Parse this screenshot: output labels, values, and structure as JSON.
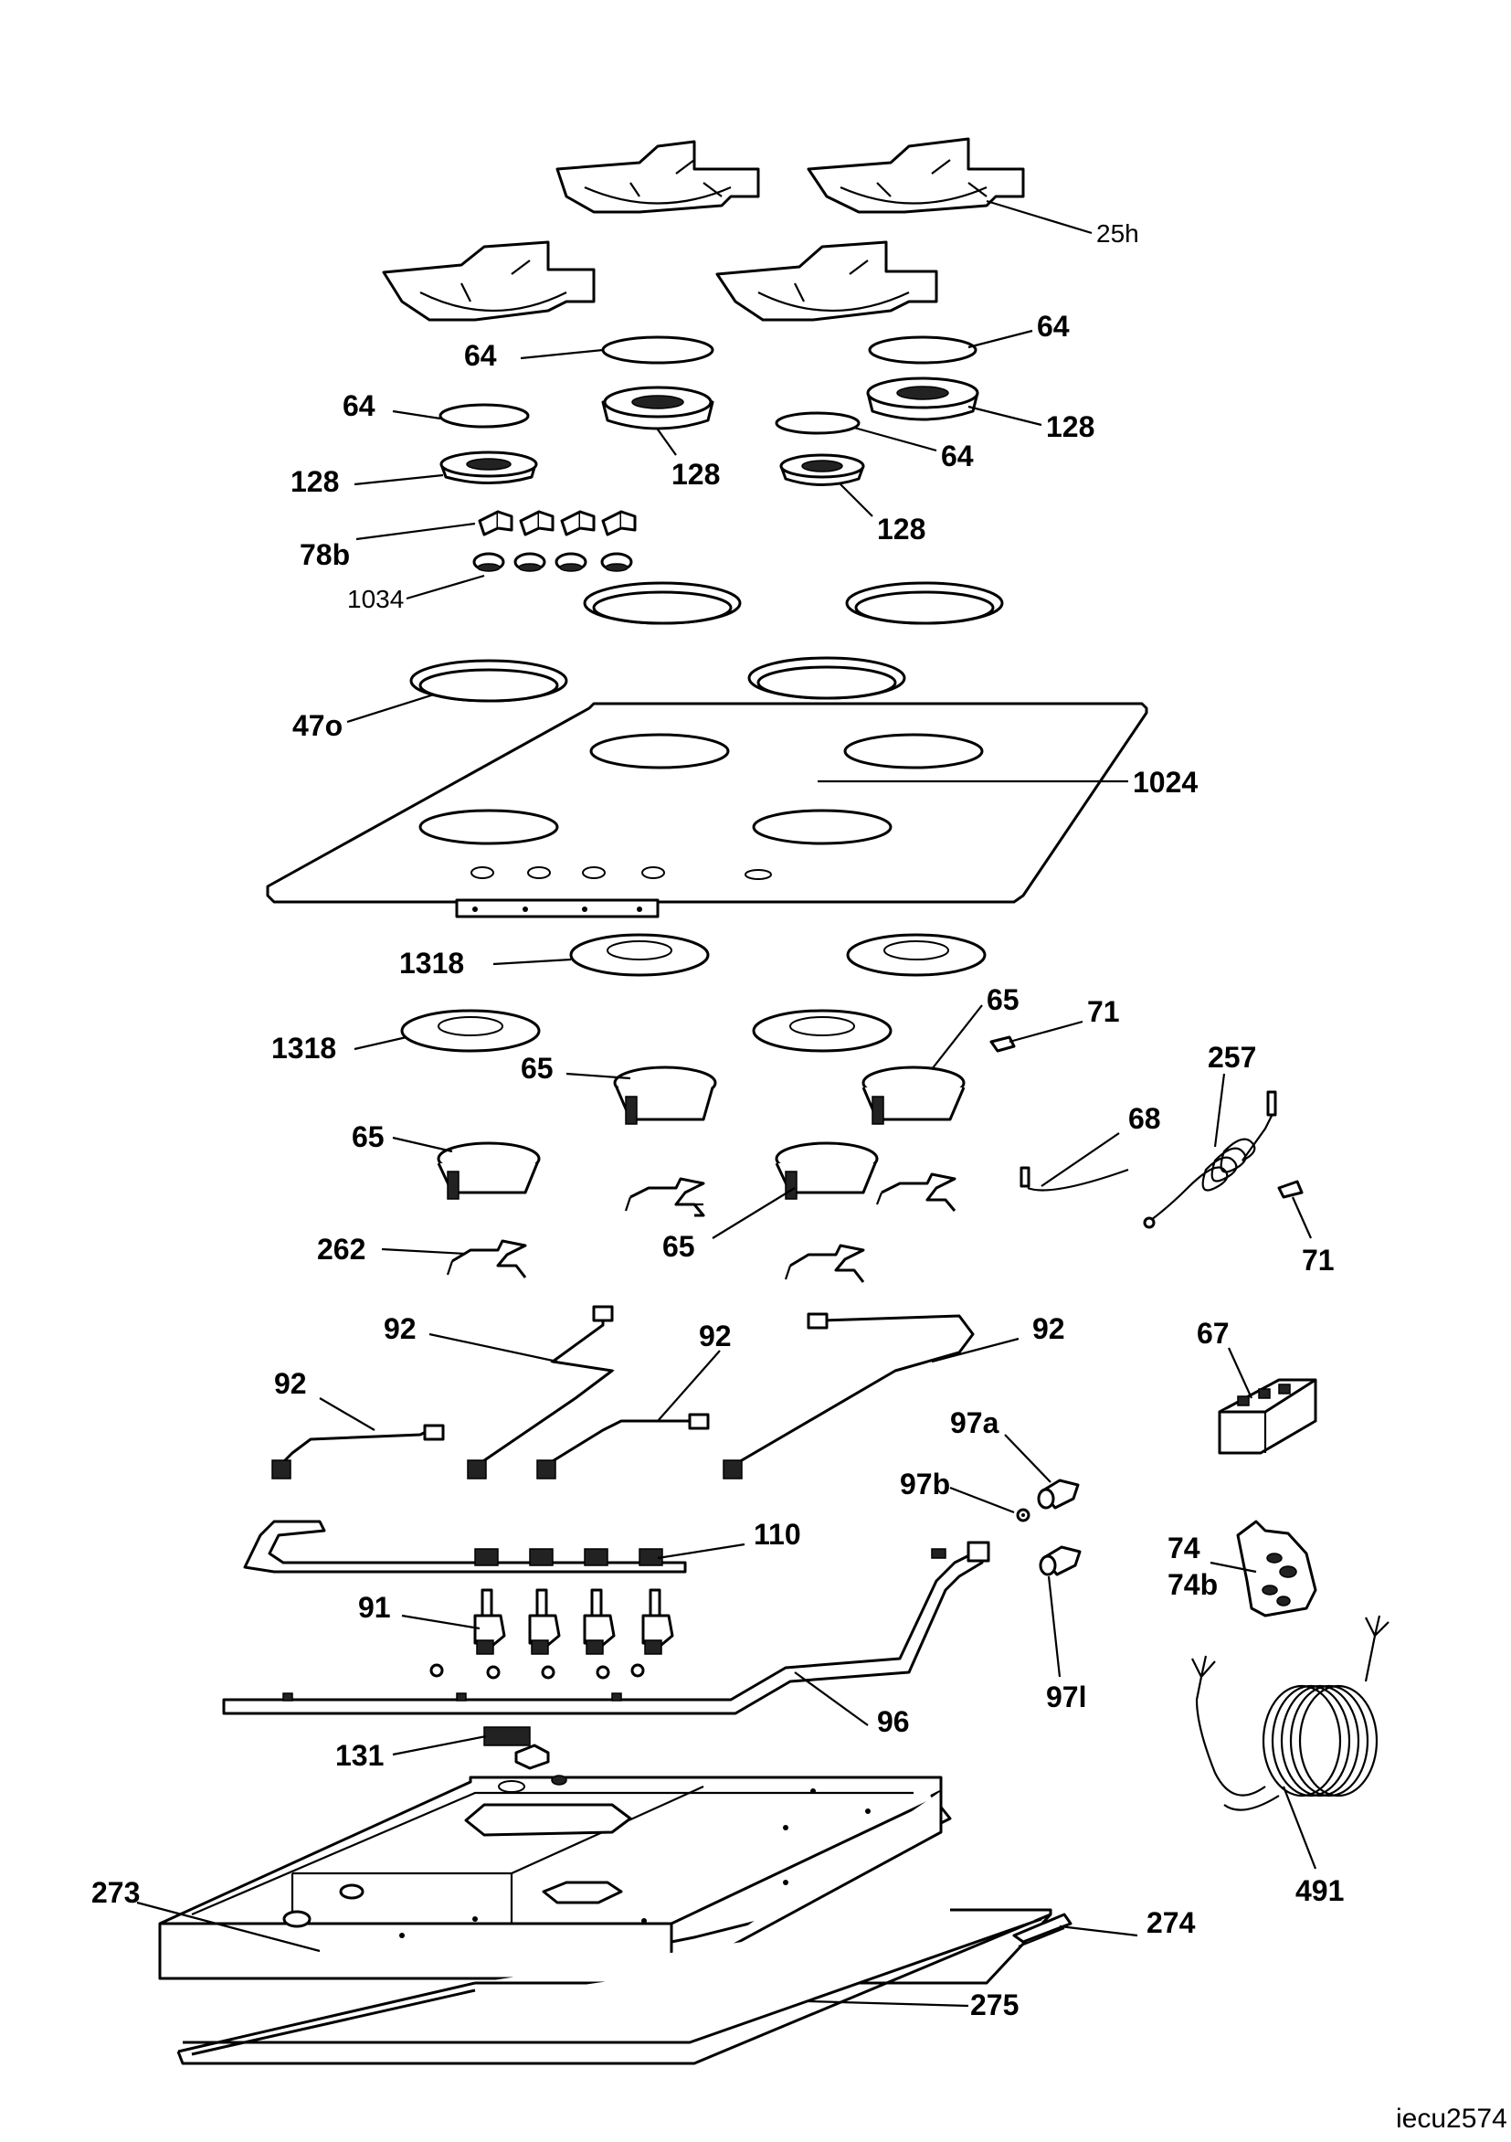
{
  "diagram": {
    "drawing_code": "iecu2574",
    "labels": {
      "pan_support_25h": "25h",
      "cap_64_a": "64",
      "cap_64_b": "64",
      "cap_64_c": "64",
      "cap_64_d": "64",
      "crown_128_a": "128",
      "crown_128_b": "128",
      "crown_128_c": "128",
      "crown_128_d": "128",
      "knob_78b": "78b",
      "bezel_1034": "1034",
      "gasket_47o": "47o",
      "hob_top_1024": "1024",
      "tray_1318_a": "1318",
      "tray_1318_b": "1318",
      "burner_65_a": "65",
      "burner_65_b": "65",
      "burner_65_c": "65",
      "burner_65_d": "65",
      "clip_71_a": "71",
      "clip_71_b": "71",
      "thermocouple_257": "257",
      "electrode_68": "68",
      "bracket_262": "262",
      "pipe_92_a": "92",
      "pipe_92_b": "92",
      "pipe_92_c": "92",
      "pipe_92_d": "92",
      "igniter_67": "67",
      "fitting_97a": "97a",
      "fitting_97b": "97b",
      "fitting_97l": "97l",
      "rail_110": "110",
      "tap_91": "91",
      "bag_74": "74",
      "bag_74b": "74b",
      "manifold_96": "96",
      "switch_131": "131",
      "casing_273": "273",
      "bracket_274": "274",
      "seal_275": "275",
      "cable_491": "491"
    }
  }
}
